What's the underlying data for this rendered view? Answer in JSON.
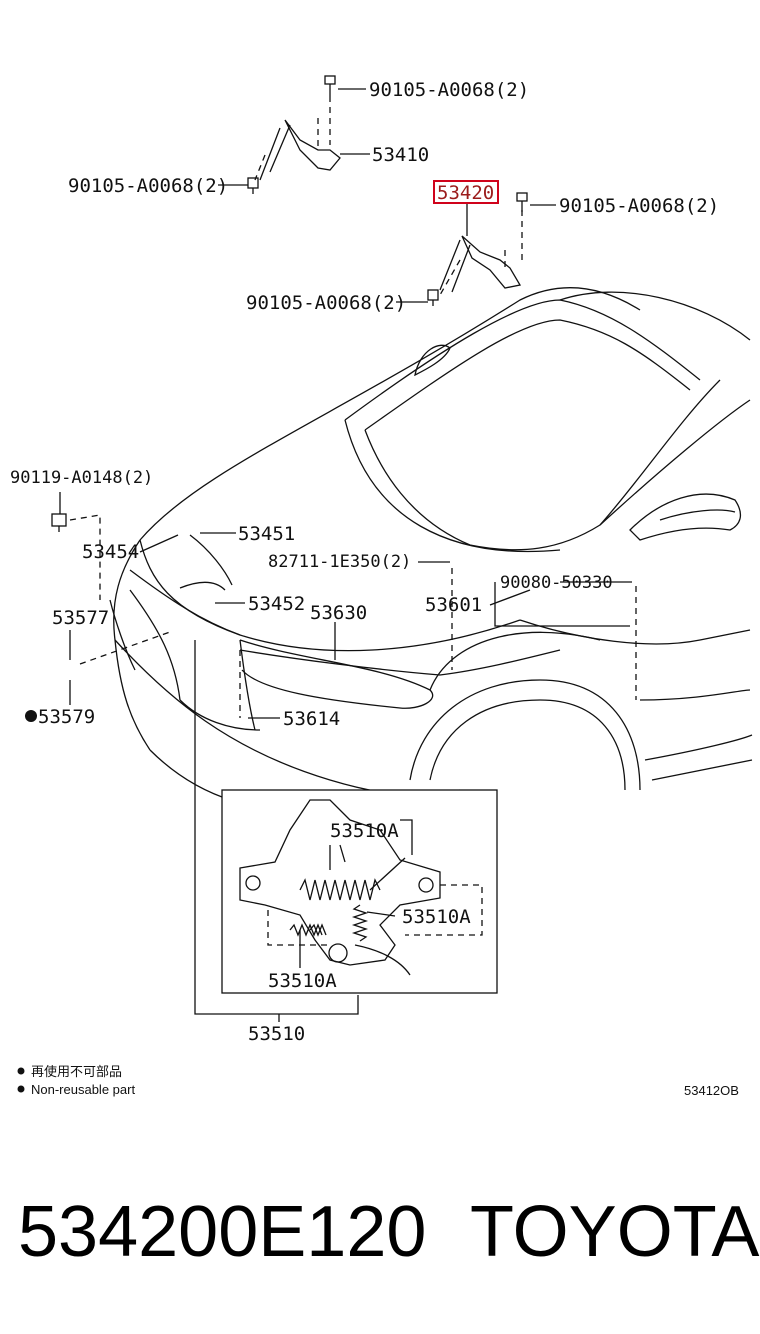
{
  "parts": {
    "bolt_top": "90105-A0068(2)",
    "hinge_lh": "53410",
    "bolt_left": "90105-A0068(2)",
    "hinge_rh": "53420",
    "bolt_right_top": "90105-A0068(2)",
    "bolt_right_bottom": "90105-A0068(2)",
    "screw_front": "90119-A0148(2)",
    "cable_end": "53451",
    "bracket": "53454",
    "clip": "82711-1E350(2)",
    "lever": "53452",
    "cable": "53630",
    "cable_clamp": "53601",
    "screw_fender": "90080-50330",
    "stopper": "53577",
    "cushion": "53579",
    "hook": "53614",
    "spring_a": "53510A",
    "spring_b": "53510A",
    "spring_c": "53510A",
    "lock_assembly": "53510"
  },
  "legend": {
    "zh": "再使用不可部品",
    "en": "Non-reusable part"
  },
  "figure_code": "53412OB",
  "footer": {
    "part_number": "534200E120",
    "brand": "TOYOTA"
  },
  "colors": {
    "highlight": "#d0021b"
  }
}
